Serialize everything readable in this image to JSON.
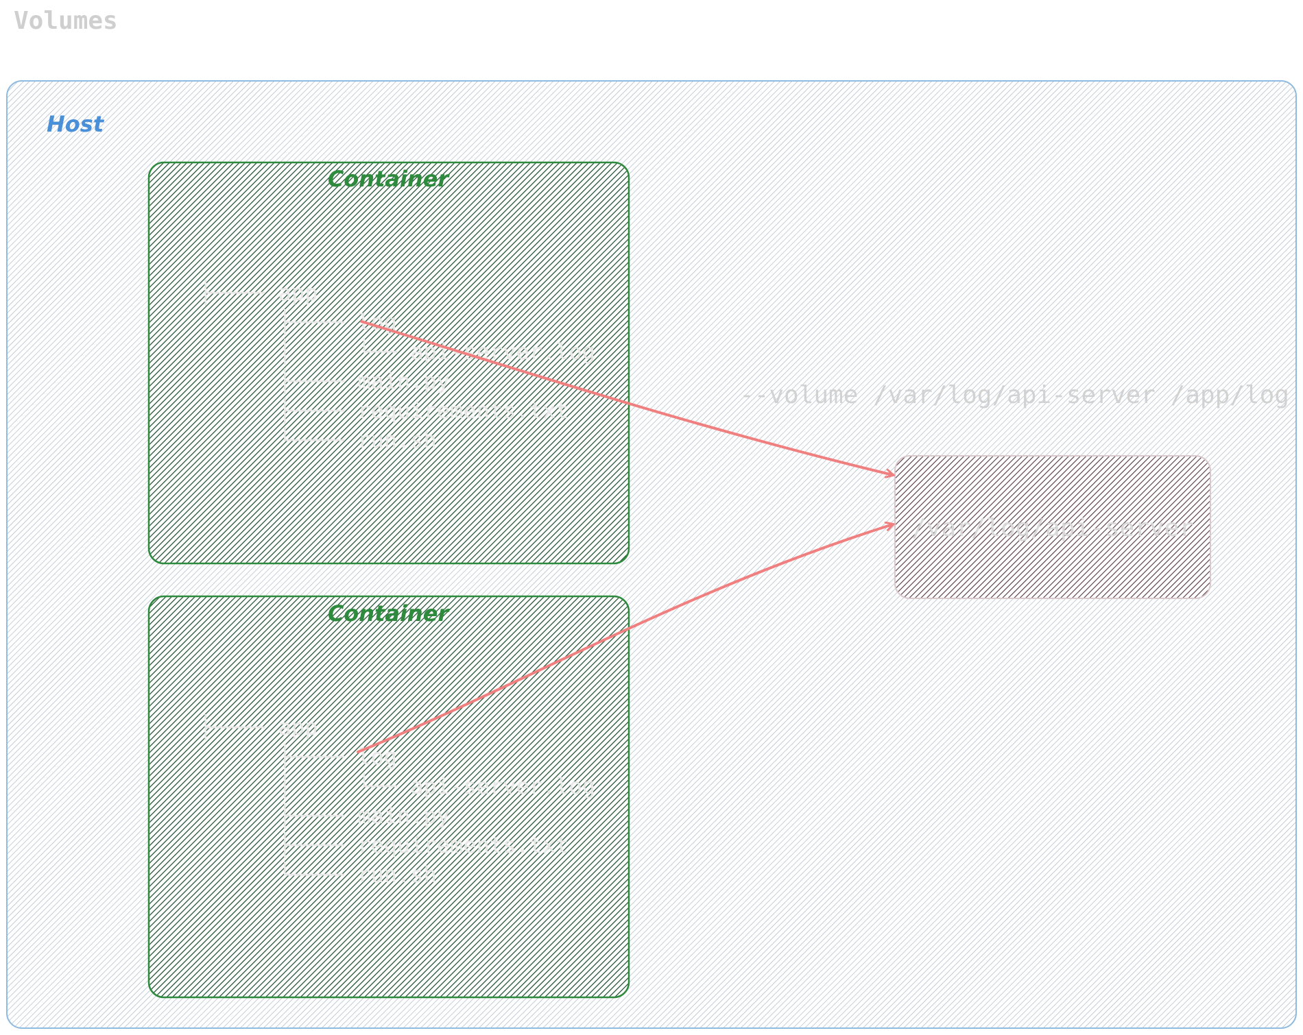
{
  "title": "Volumes",
  "host": {
    "label": "Host"
  },
  "containers": [
    {
      "label": "Container",
      "tree": [
        "├──── app",
        "      ├──── log",
        "      │     └── api-server.log",
        "      ├──── main.py",
        "      ├──── requirements.txt",
        "      └──── run.sh"
      ]
    },
    {
      "label": "Container",
      "tree": [
        "├──── app",
        "      ├──── log",
        "      │     └── api-server.log",
        "      ├──── main.py",
        "      ├──── requirements.txt",
        "      └──── run.sh"
      ]
    }
  ],
  "volume_command": "--volume /var/log/api-server /app/log",
  "host_volume": {
    "label": "/var/log/api-server"
  },
  "colors": {
    "host_border": "#8fbbe0",
    "host_hatch": "#7d93ad",
    "container_border": "#2e8b3e",
    "container_hatch": "#1e4d2b",
    "volume_hatch": "#5a3a44",
    "arrow": "#f08080"
  }
}
